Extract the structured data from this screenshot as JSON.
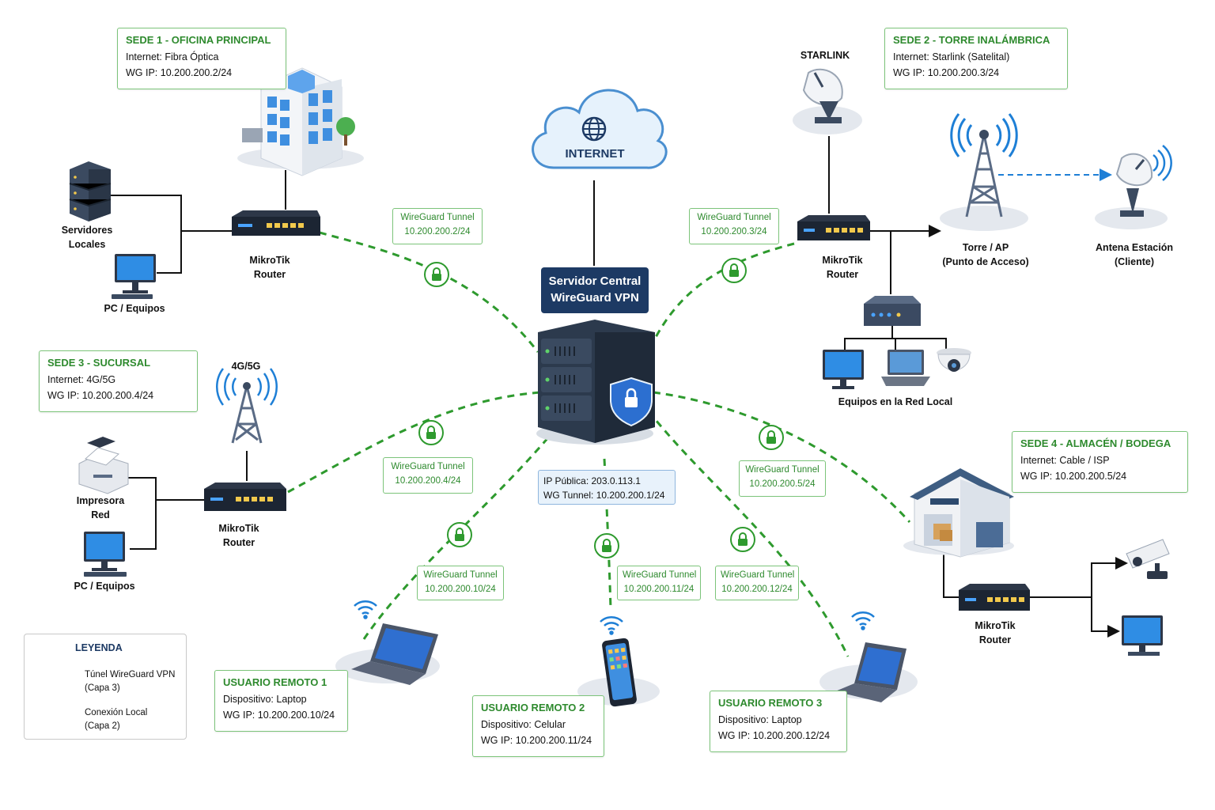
{
  "central": {
    "title_line1": "Servidor Central",
    "title_line2": "WireGuard VPN",
    "public_ip": "IP Pública: 203.0.113.1",
    "wg_tunnel": "WG Tunnel: 10.200.200.1/24"
  },
  "internet": {
    "label": "INTERNET"
  },
  "sites": [
    {
      "title": "SEDE 1 - OFICINA PRINCIPAL",
      "internet": "Internet: Fibra Óptica",
      "wg_ip": "WG IP: 10.200.200.2/24"
    },
    {
      "title": "SEDE 2 - TORRE INALÁMBRICA",
      "internet": "Internet: Starlink (Satelital)",
      "wg_ip": "WG IP: 10.200.200.3/24"
    },
    {
      "title": "SEDE 3 - SUCURSAL",
      "internet": "Internet: 4G/5G",
      "wg_ip": "WG IP: 10.200.200.4/24"
    },
    {
      "title": "SEDE 4 - ALMACÉN / BODEGA",
      "internet": "Internet: Cable / ISP",
      "wg_ip": "WG IP: 10.200.200.5/24"
    }
  ],
  "remote_users": [
    {
      "title": "USUARIO REMOTO 1",
      "device": "Dispositivo: Laptop",
      "wg_ip": "WG IP: 10.200.200.10/24"
    },
    {
      "title": "USUARIO REMOTO 2",
      "device": "Dispositivo: Celular",
      "wg_ip": "WG IP: 10.200.200.11/24"
    },
    {
      "title": "USUARIO REMOTO 3",
      "device": "Dispositivo: Laptop",
      "wg_ip": "WG IP: 10.200.200.12/24"
    }
  ],
  "tunnels": [
    {
      "label": "WireGuard Tunnel",
      "ip": "10.200.200.2/24"
    },
    {
      "label": "WireGuard Tunnel",
      "ip": "10.200.200.3/24"
    },
    {
      "label": "WireGuard Tunnel",
      "ip": "10.200.200.4/24"
    },
    {
      "label": "WireGuard Tunnel",
      "ip": "10.200.200.5/24"
    },
    {
      "label": "WireGuard Tunnel",
      "ip": "10.200.200.10/24"
    },
    {
      "label": "WireGuard Tunnel",
      "ip": "10.200.200.11/24"
    },
    {
      "label": "WireGuard Tunnel",
      "ip": "10.200.200.12/24"
    }
  ],
  "labels": {
    "servers": [
      "Servidores",
      "Locales"
    ],
    "pc": "PC / Equipos",
    "router": [
      "MikroTik",
      "Router"
    ],
    "starlink": "STARLINK",
    "tower": [
      "Torre / AP",
      "(Punto de Acceso)"
    ],
    "antenna": [
      "Antena Estación",
      "(Cliente)"
    ],
    "local_devices": "Equipos en la Red Local",
    "cell": "4G/5G",
    "printer": [
      "Impresora",
      "Red"
    ]
  },
  "legend": {
    "title": "LEYENDA",
    "vpn_line1": "Túnel WireGuard VPN",
    "vpn_line2": "(Capa 3)",
    "local_line1": "Conexión Local",
    "local_line2": "(Capa 2)"
  },
  "colors": {
    "vpn": "#2e9a2e",
    "local": "#111111",
    "navy": "#1d3a64",
    "wifi": "#1e7fd6"
  }
}
